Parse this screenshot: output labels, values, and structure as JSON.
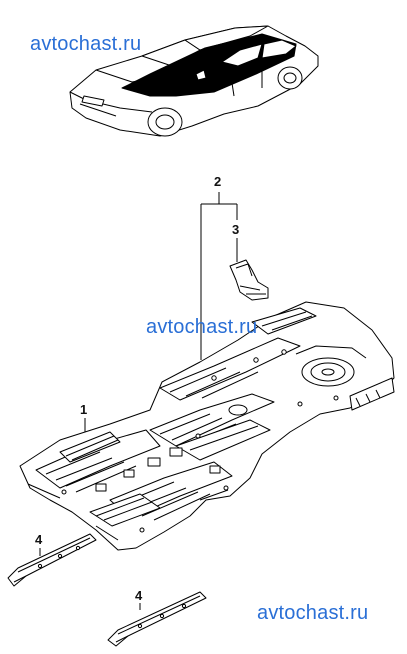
{
  "watermark": {
    "top": "avtochast.ru",
    "middle": "avtochast.ru",
    "bottom": "avtochast.ru",
    "color": "#2a6fd6"
  },
  "callouts": {
    "part_2": "2",
    "part_3": "3",
    "part_1": "1",
    "part_4_upper": "4",
    "part_4_lower": "4"
  },
  "icons": {
    "car": "sedan-outline-icon",
    "floor_panel": "floor-pan-assembly-icon"
  }
}
